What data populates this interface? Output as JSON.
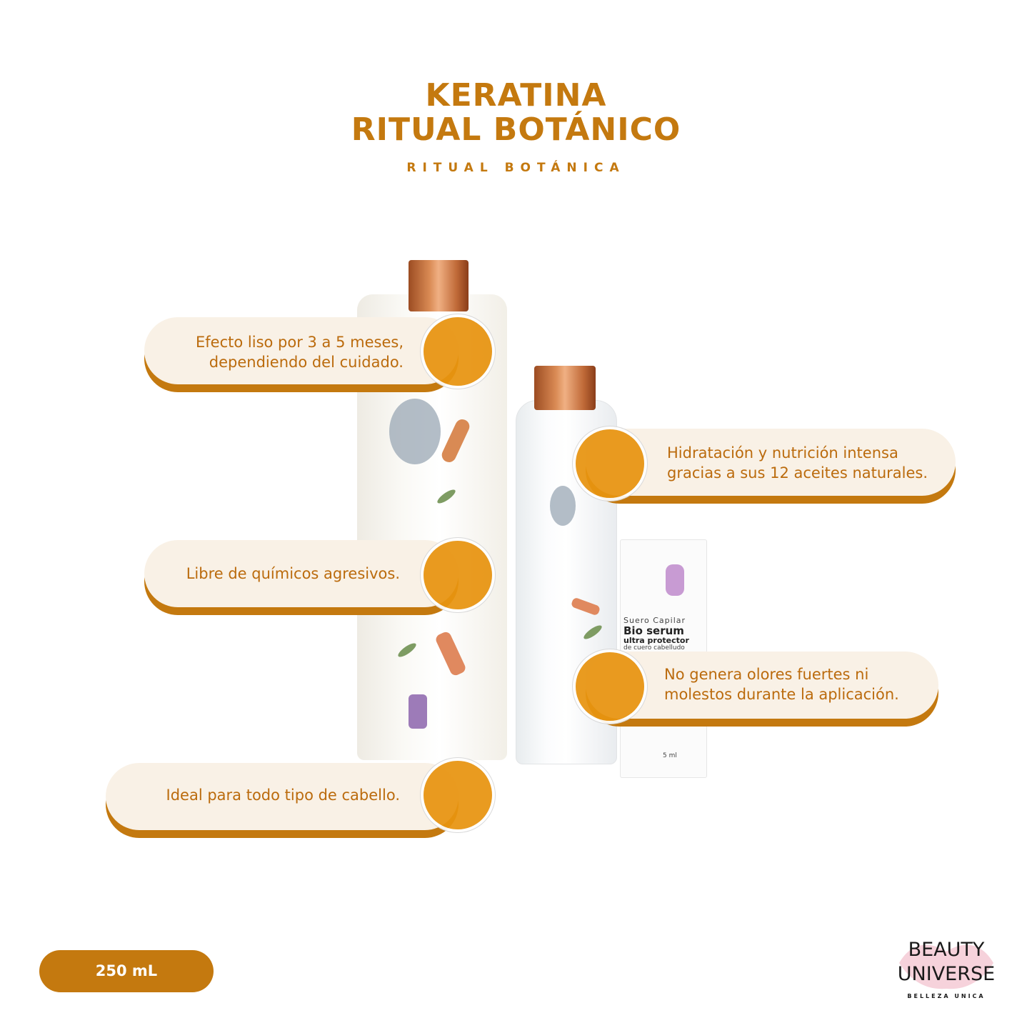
{
  "header": {
    "title_line1": "KERATINA",
    "title_line2": "RITUAL BOTÁNICO",
    "brand": "RITUAL BOTÁNICA"
  },
  "features": [
    "Efecto liso por 3 a 5 meses,\ndependiendo del cuidado.",
    "Hidratación y nutrición intensa\ngracias a sus 12 aceites naturales.",
    "Libre de químicos agresivos.",
    "No genera olores fuertes ni\nmolestos durante la aplicación.",
    "Ideal para todo tipo de cabello."
  ],
  "size_label": "250 mL",
  "sachet": {
    "line1": "Suero Capilar",
    "line2": "Bio serum",
    "line3": "ultra protector",
    "line4": "de cuero cabelludo",
    "volume": "5 ml"
  },
  "logo": {
    "line1": "BEAUTY",
    "line2": "UNIVERSE",
    "tagline": "BELLEZA UNICA"
  },
  "colors": {
    "accent": "#c4790f",
    "pill_bg": "#f9f1e6",
    "circle": "#e89410"
  }
}
